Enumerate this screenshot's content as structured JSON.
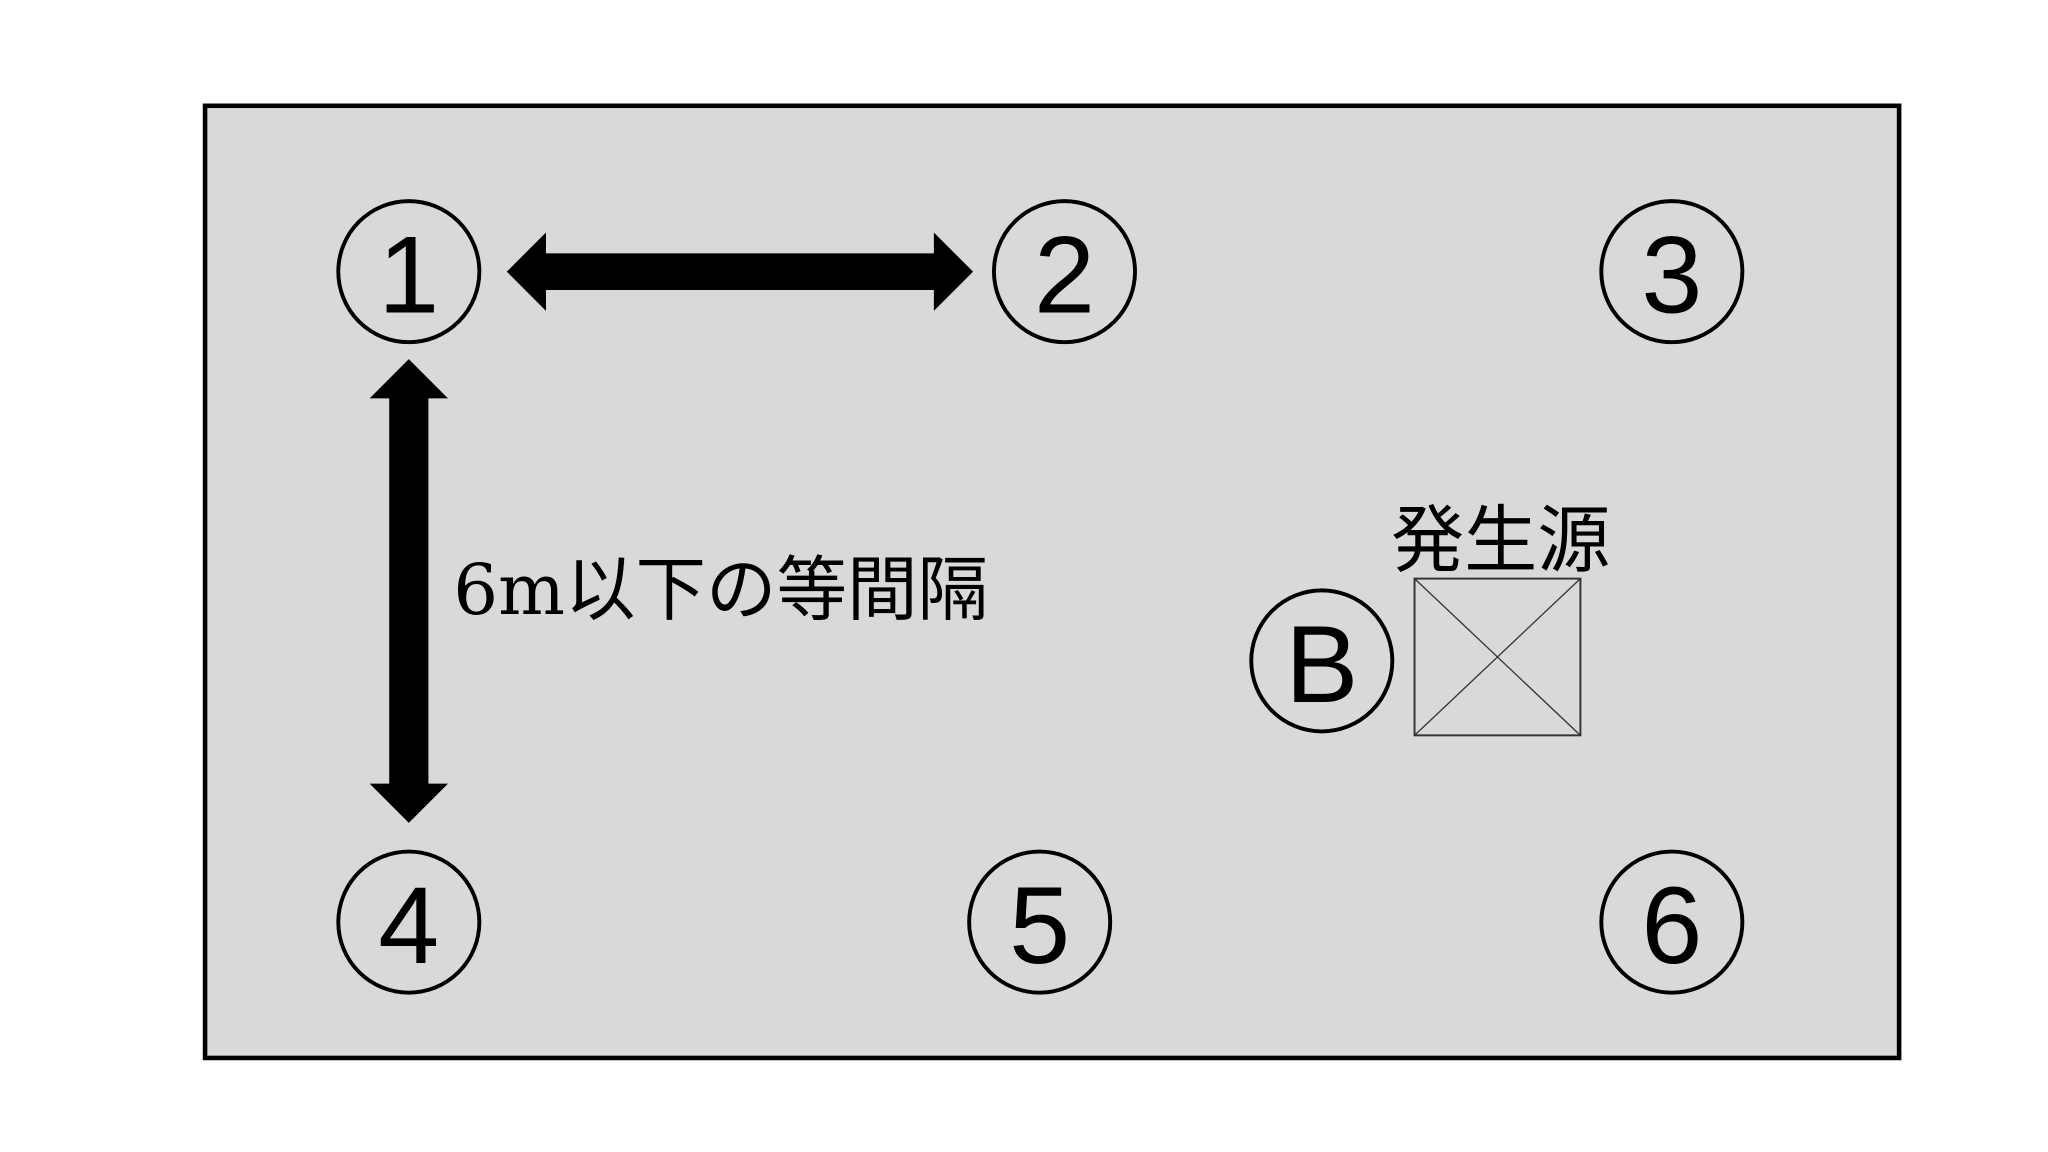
{
  "diagram": {
    "area_fill": "#d9d9d9",
    "points": [
      {
        "id": "1",
        "label": "1"
      },
      {
        "id": "2",
        "label": "2"
      },
      {
        "id": "3",
        "label": "3"
      },
      {
        "id": "4",
        "label": "4"
      },
      {
        "id": "5",
        "label": "5"
      },
      {
        "id": "6",
        "label": "6"
      },
      {
        "id": "B",
        "label": "B"
      }
    ],
    "spacing_label": "6m以下の等間隔",
    "source_label": "発生源"
  }
}
